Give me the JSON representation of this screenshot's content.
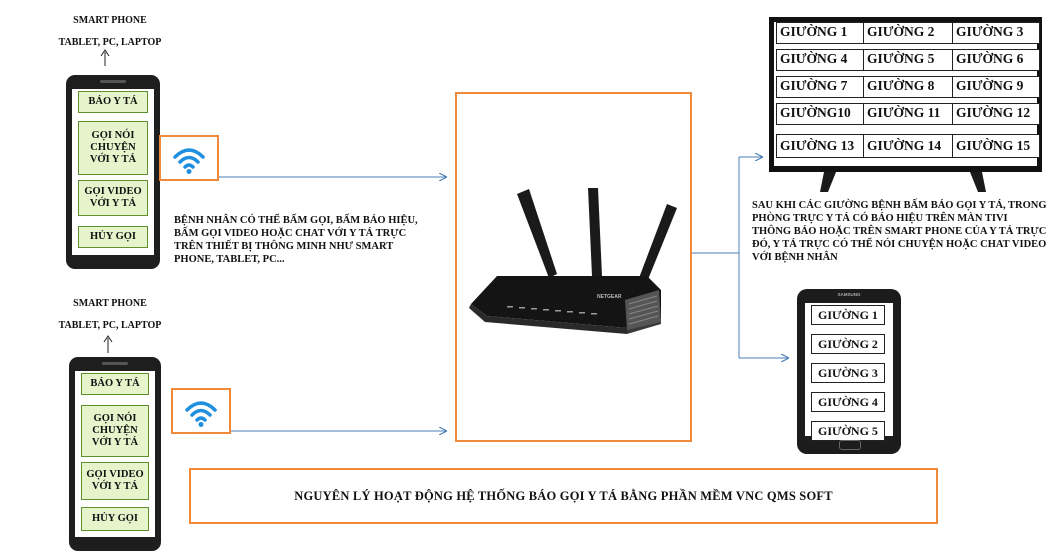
{
  "device_caption": {
    "line1": "SMART PHONE",
    "line2": "TABLET, PC, LAPTOP"
  },
  "phone_buttons": {
    "bao_y_ta": "BÁO Y TÁ",
    "goi_noi": "GỌI NÓI CHUYỆN VỚI Y TÁ",
    "goi_video": "GỌI VIDEO VỚI Y TÁ",
    "huy_goi": "HỦY GỌI"
  },
  "patient_text": "BỆNH NHÂN CÓ THỂ BẤM GỌI, BẤM BÁO HIỆU, BẤM GỌI VIDEO HOẶC CHAT VỚI Y TÁ TRỰC TRÊN THIẾT BỊ THÔNG MINH NHƯ SMART PHONE, TABLET, PC...",
  "nurse_text": "SAU KHI CÁC GIƯỜNG BỆNH BẤM BÁO GỌI Y TÁ, TRONG PHÒNG TRỰC Y TÁ CÓ BÁO HIỆU TRÊN MÀN TIVI THÔNG BÁO HOẶC TRÊN SMART PHONE CỦA Y TÁ TRỰC ĐÓ, Y TÁ TRỰC CÓ THỂ NÓI CHUYỆN HOẶC CHAT VIDEO VỚI BỆNH NHÂN",
  "tv_beds": [
    "GIƯỜNG 1",
    "GIƯỜNG 2",
    "GIƯỜNG  3",
    "GIƯỜNG  4",
    "GIƯỜNG 5",
    "GIƯỜNG  6",
    "GIƯỜNG  7",
    "GIƯỜNG 8",
    "GIƯỜNG 9",
    "GIƯỜNG10",
    "GIƯỜNG 11",
    "GIƯỜNG  12",
    "GIƯỜNG 13",
    "GIƯỜNG 14",
    "GIƯỜNG  15"
  ],
  "tablet_beds": [
    "GIƯỜNG 1",
    "GIƯỜNG 2",
    "GIƯỜNG 3",
    "GIƯỜNG 4",
    "GIƯỜNG 5"
  ],
  "tablet_brand": "SAMSUNG",
  "router_brand": "NETGEAR",
  "title": "NGUYÊN LÝ HOẠT ĐỘNG HỆ THỐNG BÁO GỌI Y TÁ BẰNG PHẦN MỀM VNC QMS SOFT",
  "colors": {
    "accent_orange": "#f08a3a",
    "arrow_blue": "#4a7fb5",
    "wifi_blue": "#1f8fe0",
    "button_green": "#e6f4cc"
  }
}
